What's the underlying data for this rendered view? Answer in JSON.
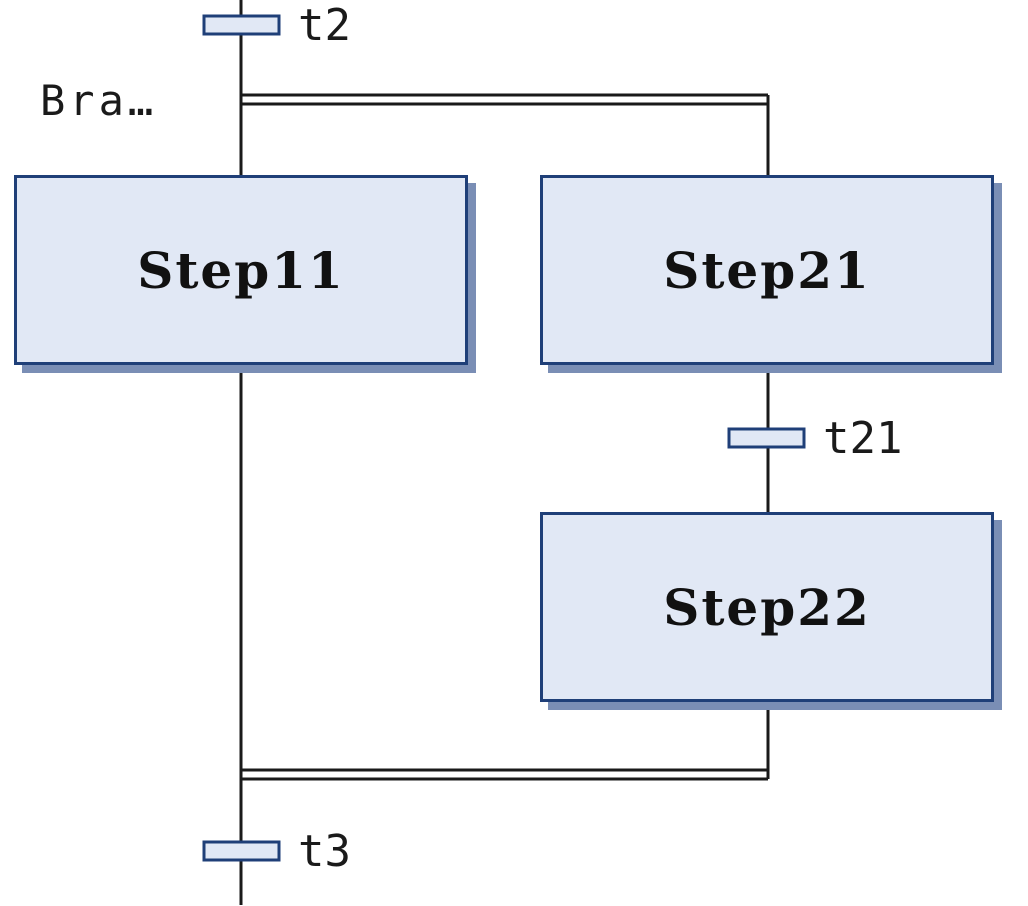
{
  "branch": {
    "label": "Bra…"
  },
  "steps": [
    {
      "id": "step11",
      "label": "Step11"
    },
    {
      "id": "step21",
      "label": "Step21"
    },
    {
      "id": "step22",
      "label": "Step22"
    }
  ],
  "transitions": [
    {
      "id": "t2",
      "label": "t2"
    },
    {
      "id": "t21",
      "label": "t21"
    },
    {
      "id": "t3",
      "label": "t3"
    }
  ],
  "colors": {
    "step_fill": "#e1e8f5",
    "step_border": "#1f3f78",
    "step_shadow": "#7a8eb5",
    "transition_fill": "#e1e8f5",
    "transition_border": "#1f3f78",
    "line": "#1a1a1a"
  }
}
